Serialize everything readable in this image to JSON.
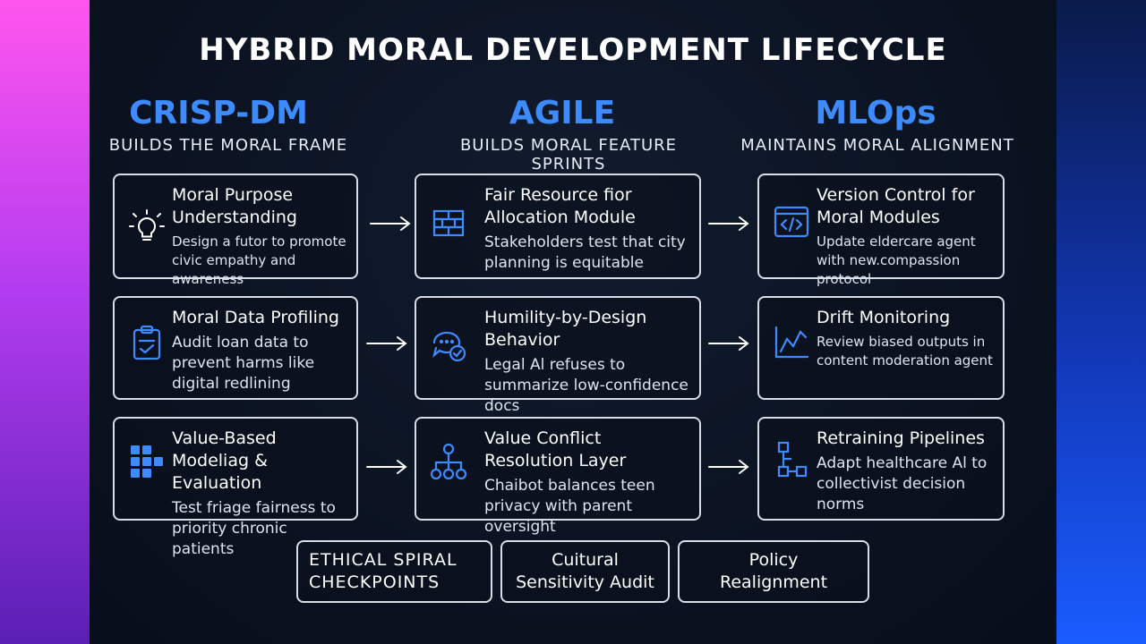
{
  "title": "HYBRID MORAL DEVELOPMENT LIFECYCLE",
  "colors": {
    "accent": "#3d8bff",
    "border": "#d9dee6",
    "background": "#0b1220"
  },
  "columns": [
    {
      "name": "CRISP-DM",
      "subtitle": "BUILDS THE MORAL FRAME"
    },
    {
      "name": "AGILE",
      "subtitle": "BUILDS MORAL FEATURE SPRINTS"
    },
    {
      "name": "MLOps",
      "subtitle": "MAINTAINS MORAL ALIGNMENT"
    }
  ],
  "cards": {
    "crisp": [
      {
        "icon": "lightbulb-icon",
        "heading": "Moral Purpose Understanding",
        "desc": "Design a futor to promote civic empathy and awareness"
      },
      {
        "icon": "clipboard-check-icon",
        "heading": "Moral Data Profiling",
        "desc": "Audit loan data to prevent harms like digital redlining"
      },
      {
        "icon": "blocks-icon",
        "heading": "Value-Based Modeliag & Evaluation",
        "desc": "Test friage fairness to priority chronic patients"
      }
    ],
    "agile": [
      {
        "icon": "bricks-icon",
        "heading": "Fair Resource fior Allocation Module",
        "desc": "Stakeholders test that city planning is equitable"
      },
      {
        "icon": "chat-check-icon",
        "heading": "Humility-by-Design Behavior",
        "desc": "Legal Al refuses to summarize low-confidence docs"
      },
      {
        "icon": "hierarchy-icon",
        "heading": "Value Conflict Resolution Layer",
        "desc": "Chaibot balances teen privacy with parent oversight"
      }
    ],
    "mlops": [
      {
        "icon": "code-window-icon",
        "heading": "Version Control for Moral Modules",
        "desc": "Update eldercare agent with new.compassion protocol"
      },
      {
        "icon": "line-chart-icon",
        "heading": "Drift Monitoring",
        "desc": "Review biased outputs in content moderation agent"
      },
      {
        "icon": "pipeline-icon",
        "heading": "Retraining Pipelines",
        "desc": "Adapt healthcare Al to collectivist decision norms"
      }
    ]
  },
  "footer": [
    {
      "label": "ETHICAL SPIRAL CHECKPOINTS"
    },
    {
      "label": "Cuitural Sensitivity Audit"
    },
    {
      "label": "Policy Realignment"
    }
  ]
}
